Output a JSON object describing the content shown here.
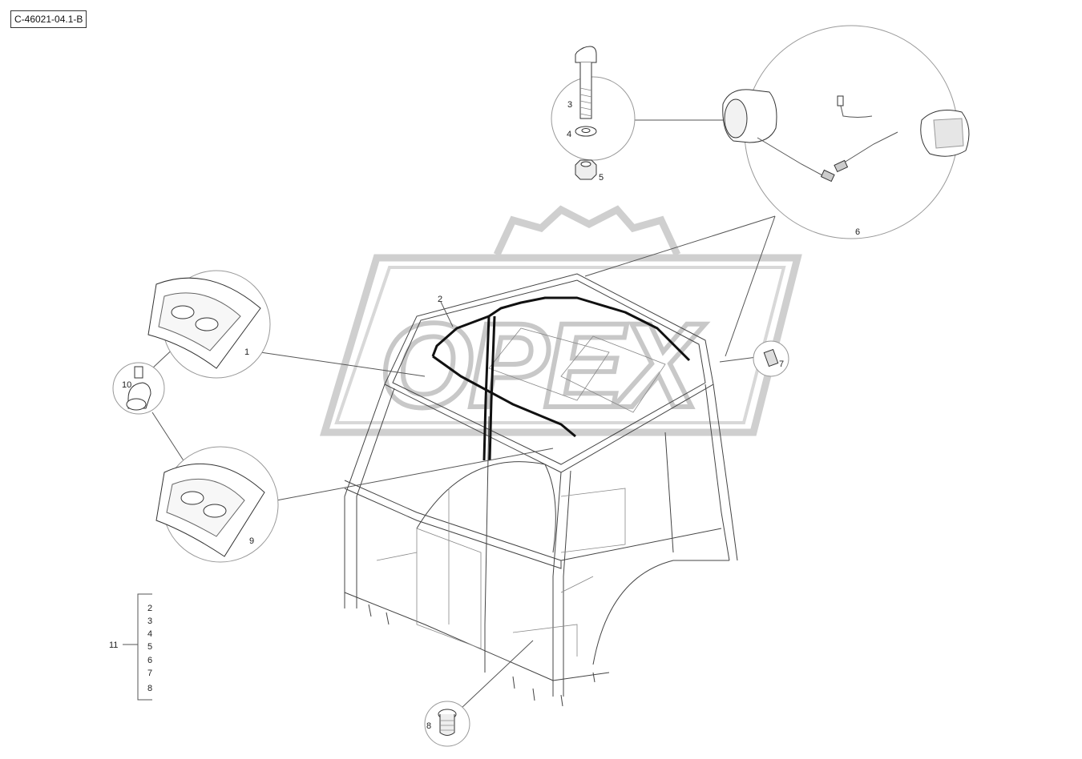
{
  "drawing_id": "C-46021-04.1-B",
  "callouts": [
    {
      "id": "c1",
      "label": "1"
    },
    {
      "id": "c2",
      "label": "2"
    },
    {
      "id": "c3",
      "label": "3"
    },
    {
      "id": "c4",
      "label": "4"
    },
    {
      "id": "c5",
      "label": "5"
    },
    {
      "id": "c6",
      "label": "6"
    },
    {
      "id": "c7",
      "label": "7"
    },
    {
      "id": "c8",
      "label": "8"
    },
    {
      "id": "c9",
      "label": "9"
    },
    {
      "id": "c10",
      "label": "10"
    }
  ],
  "kit": {
    "label": "11",
    "items": [
      "2",
      "3",
      "4",
      "5",
      "6",
      "7",
      "8"
    ]
  },
  "watermark": "OPEX"
}
